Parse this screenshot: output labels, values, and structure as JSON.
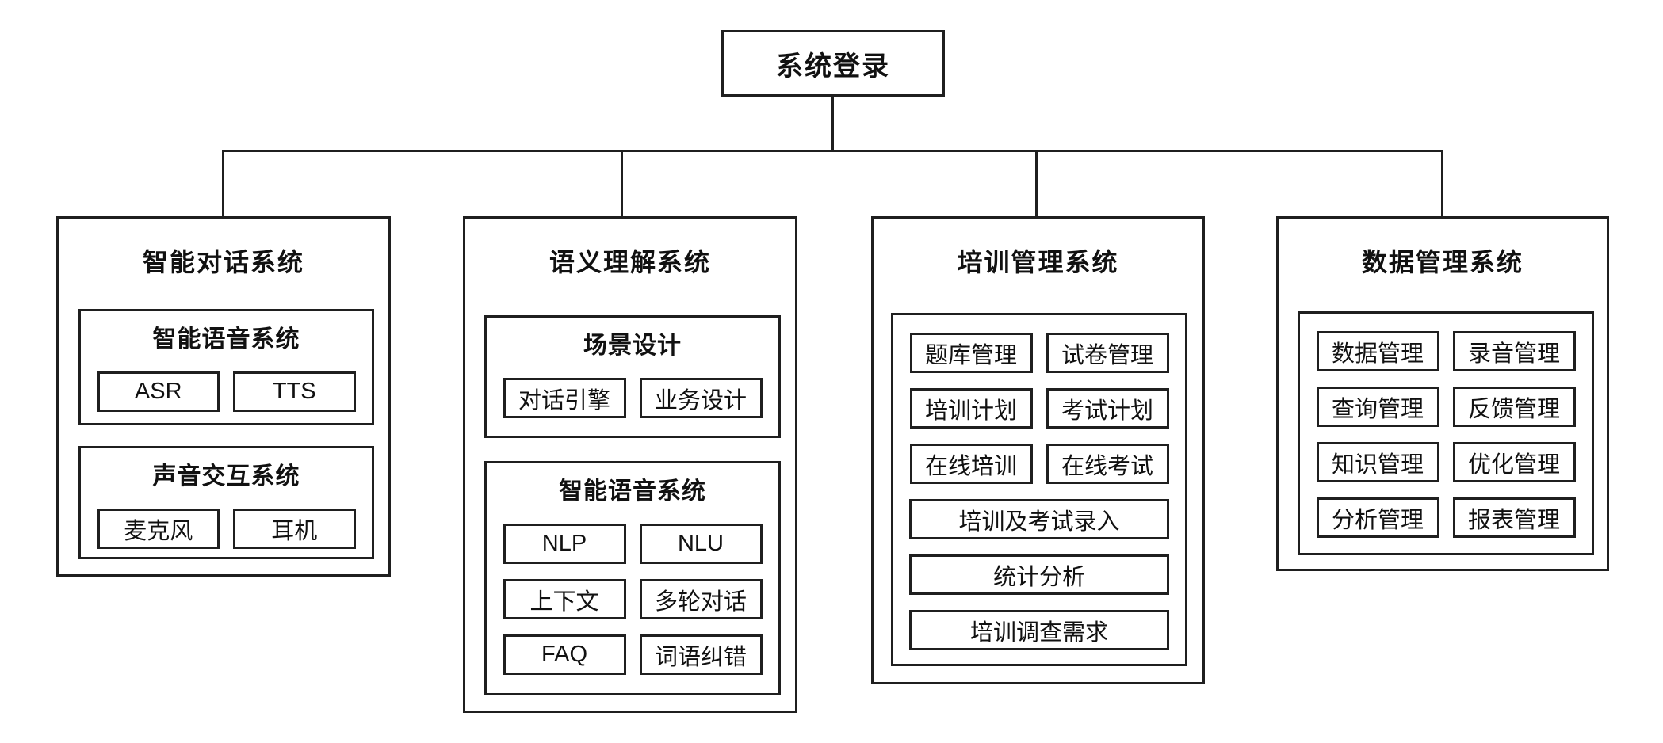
{
  "diagram": {
    "root": {
      "label": "系统登录"
    },
    "columns": [
      {
        "title": "智能对话系统",
        "sections": [
          {
            "title": "智能语音系统",
            "items": [
              "ASR",
              "TTS"
            ]
          },
          {
            "title": "声音交互系统",
            "items": [
              "麦克风",
              "耳机"
            ]
          }
        ]
      },
      {
        "title": "语义理解系统",
        "sections": [
          {
            "title": "场景设计",
            "items": [
              "对话引擎",
              "业务设计"
            ]
          },
          {
            "title": "智能语音系统",
            "items": [
              "NLP",
              "NLU",
              "上下文",
              "多轮对话",
              "FAQ",
              "词语纠错"
            ]
          }
        ]
      },
      {
        "title": "培训管理系统",
        "sections": [
          {
            "items": [
              "题库管理",
              "试卷管理",
              "培训计划",
              "考试计划",
              "在线培训",
              "在线考试"
            ],
            "full_items": [
              "培训及考试录入",
              "统计分析",
              "培训调查需求"
            ]
          }
        ]
      },
      {
        "title": "数据管理系统",
        "sections": [
          {
            "items": [
              "数据管理",
              "录音管理",
              "查询管理",
              "反馈管理",
              "知识管理",
              "优化管理",
              "分析管理",
              "报表管理"
            ]
          }
        ]
      }
    ],
    "colors": {
      "border": "#1f1f1f",
      "text": "#111111",
      "background": "#ffffff"
    }
  }
}
